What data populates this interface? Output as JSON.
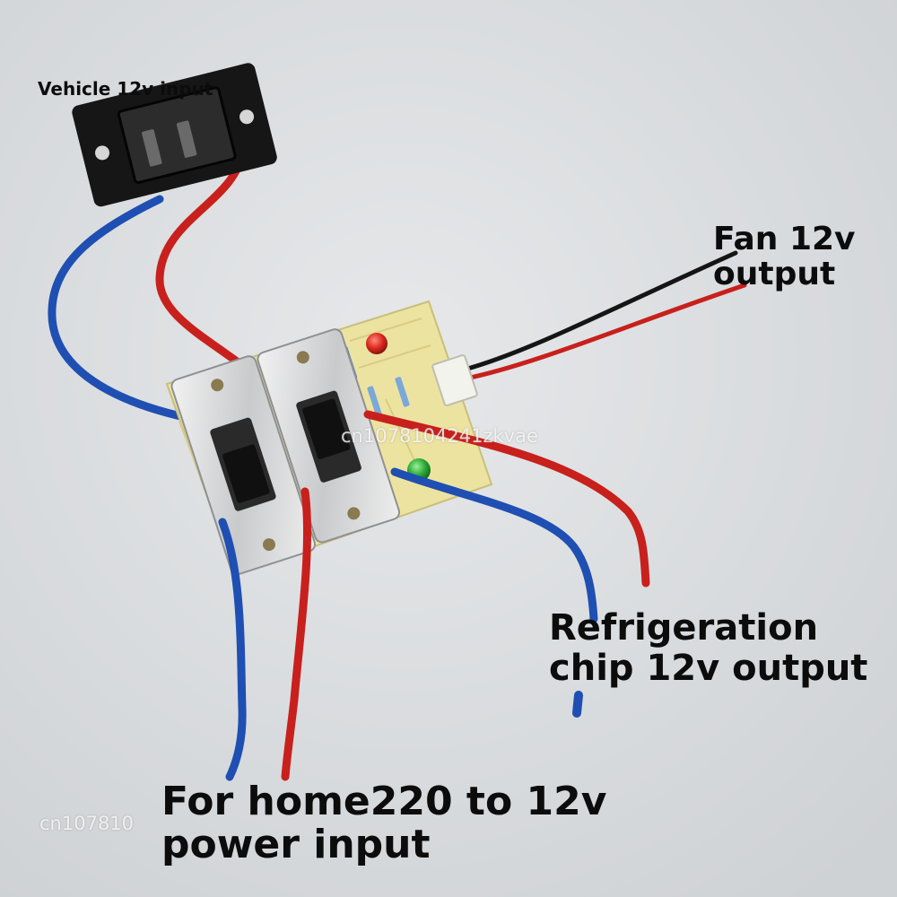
{
  "labels": {
    "vehicle_input": "Vehicle 12v input",
    "fan_line1": "Fan 12v",
    "fan_line2": "output",
    "refrigeration_line1": "Refrigeration",
    "refrigeration_line2": "chip 12v output",
    "home_line1": "For home220 to 12v",
    "home_line2": "power input"
  },
  "watermarks": {
    "center": "cn1078104241zkvae",
    "bottom_left": "cn107810"
  },
  "colors": {
    "background": "#dcdee0",
    "board": "#ede3a0",
    "wire_red": "#c8201c",
    "wire_blue": "#1f4fb2",
    "wire_black": "#151515",
    "switch_plate": "#d9dadb",
    "connector_body": "#161616",
    "led_red": "#d9261e",
    "led_green": "#2aa635"
  }
}
